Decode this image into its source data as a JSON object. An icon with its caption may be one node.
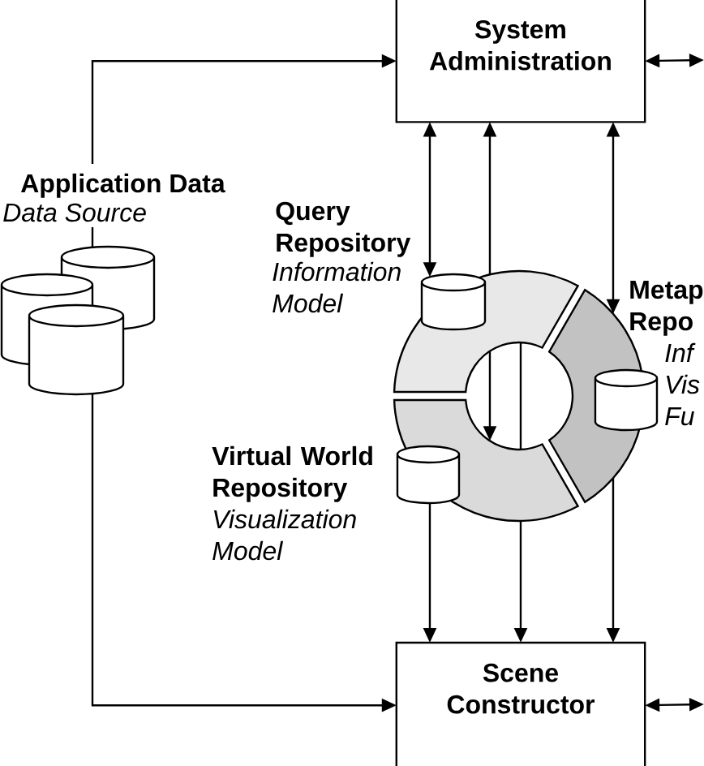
{
  "diagram": {
    "nodes": [
      {
        "text": [
          "System Administration"
        ]
      },
      {
        "text": [
          "Application Data",
          "Data Source"
        ]
      },
      {
        "text": [
          "Query Repository",
          "Information Model"
        ]
      },
      {
        "text": [
          "Metap Repo",
          "Inf Vis Fu"
        ]
      },
      {
        "text": [
          "Virtual World Repository",
          "Visualization Model"
        ]
      },
      {
        "text": [
          "Scene Constructor"
        ]
      }
    ],
    "edges": [
      {
        "from": 1,
        "to": 0,
        "arrow": "to"
      },
      {
        "from": 1,
        "to": 5,
        "arrow": "to"
      },
      {
        "from": 0,
        "to": 2,
        "arrow": "both"
      },
      {
        "from": 2,
        "to": 0,
        "arrow": "to"
      },
      {
        "from": 0,
        "to": 3,
        "arrow": "both"
      },
      {
        "from": 2,
        "to": 4,
        "arrow": "to"
      },
      {
        "from": 2,
        "to": 4,
        "arrow": "none"
      },
      {
        "from": 4,
        "to": 5,
        "arrow": "to"
      },
      {
        "from": 4,
        "to": 5,
        "arrow": "to"
      },
      {
        "from": 3,
        "to": 5,
        "arrow": "to"
      },
      {
        "from": 0,
        "to": null,
        "arrow": "both"
      },
      {
        "from": 5,
        "to": null,
        "arrow": "both"
      }
    ]
  }
}
